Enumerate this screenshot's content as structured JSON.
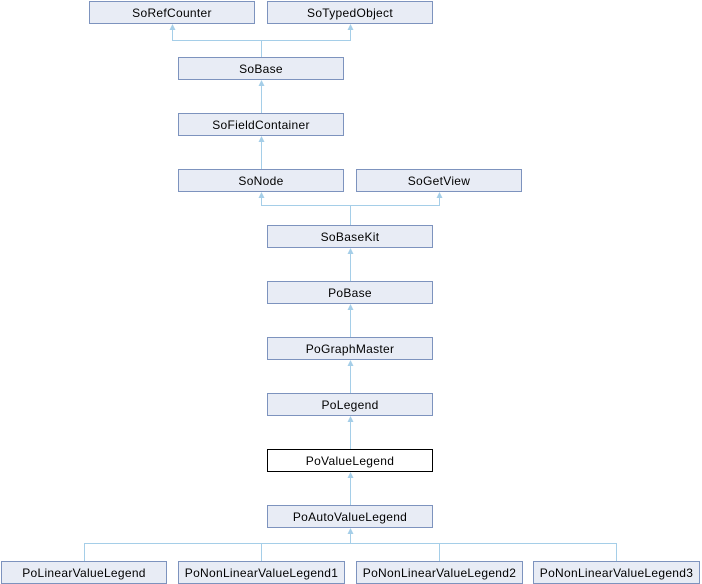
{
  "diagram": {
    "type": "class-inheritance-graph",
    "highlighted_node": "PoValueLegend",
    "nodes": [
      {
        "id": "SoRefCounter",
        "label": "SoRefCounter",
        "highlighted": false
      },
      {
        "id": "SoTypedObject",
        "label": "SoTypedObject",
        "highlighted": false
      },
      {
        "id": "SoBase",
        "label": "SoBase",
        "highlighted": false
      },
      {
        "id": "SoFieldContainer",
        "label": "SoFieldContainer",
        "highlighted": false
      },
      {
        "id": "SoNode",
        "label": "SoNode",
        "highlighted": false
      },
      {
        "id": "SoGetView",
        "label": "SoGetView",
        "highlighted": false
      },
      {
        "id": "SoBaseKit",
        "label": "SoBaseKit",
        "highlighted": false
      },
      {
        "id": "PoBase",
        "label": "PoBase",
        "highlighted": false
      },
      {
        "id": "PoGraphMaster",
        "label": "PoGraphMaster",
        "highlighted": false
      },
      {
        "id": "PoLegend",
        "label": "PoLegend",
        "highlighted": false
      },
      {
        "id": "PoValueLegend",
        "label": "PoValueLegend",
        "highlighted": true
      },
      {
        "id": "PoAutoValueLegend",
        "label": "PoAutoValueLegend",
        "highlighted": false
      },
      {
        "id": "PoLinearValueLegend",
        "label": "PoLinearValueLegend",
        "highlighted": false
      },
      {
        "id": "PoNonLinearValueLegend1",
        "label": "PoNonLinearValueLegend1",
        "highlighted": false
      },
      {
        "id": "PoNonLinearValueLegend2",
        "label": "PoNonLinearValueLegend2",
        "highlighted": false
      },
      {
        "id": "PoNonLinearValueLegend3",
        "label": "PoNonLinearValueLegend3",
        "highlighted": false
      }
    ],
    "edges": [
      {
        "from": "SoBase",
        "to": "SoRefCounter"
      },
      {
        "from": "SoBase",
        "to": "SoTypedObject"
      },
      {
        "from": "SoFieldContainer",
        "to": "SoBase"
      },
      {
        "from": "SoNode",
        "to": "SoFieldContainer"
      },
      {
        "from": "SoBaseKit",
        "to": "SoNode"
      },
      {
        "from": "SoBaseKit",
        "to": "SoGetView"
      },
      {
        "from": "PoBase",
        "to": "SoBaseKit"
      },
      {
        "from": "PoGraphMaster",
        "to": "PoBase"
      },
      {
        "from": "PoLegend",
        "to": "PoGraphMaster"
      },
      {
        "from": "PoValueLegend",
        "to": "PoLegend"
      },
      {
        "from": "PoAutoValueLegend",
        "to": "PoValueLegend"
      },
      {
        "from": "PoLinearValueLegend",
        "to": "PoAutoValueLegend"
      },
      {
        "from": "PoNonLinearValueLegend1",
        "to": "PoAutoValueLegend"
      },
      {
        "from": "PoNonLinearValueLegend2",
        "to": "PoAutoValueLegend"
      },
      {
        "from": "PoNonLinearValueLegend3",
        "to": "PoAutoValueLegend"
      }
    ],
    "colors": {
      "background": "#ffffff",
      "node_fill": "#e8ecf5",
      "node_border": "#7d93be",
      "edge": "#a5cee8",
      "highlight_border": "#000000",
      "highlight_fill": "#ffffff",
      "text": "#000000"
    }
  }
}
